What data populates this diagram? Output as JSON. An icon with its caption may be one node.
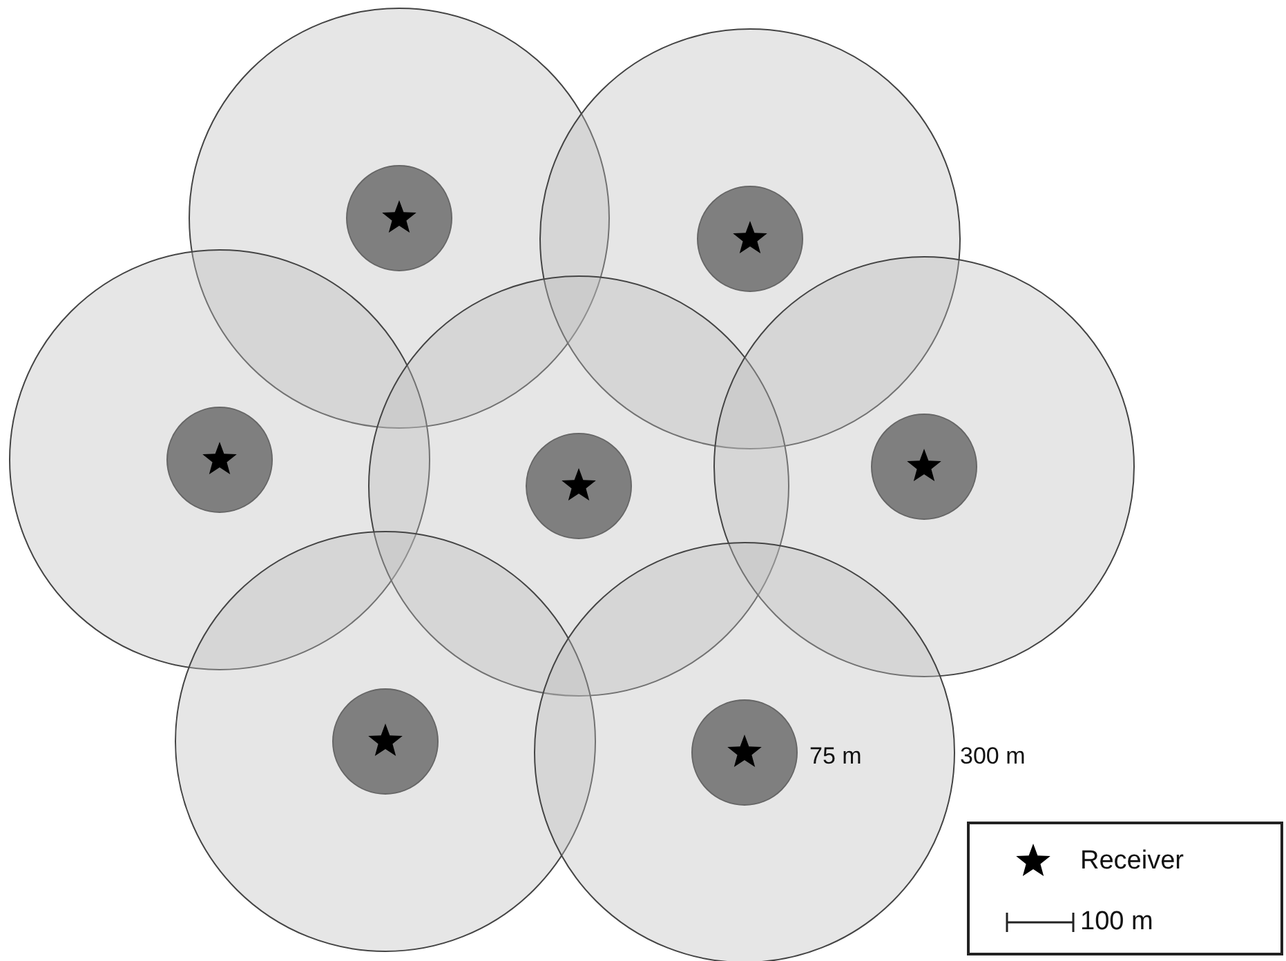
{
  "diagram": {
    "labels": [
      "75 m",
      "300 m"
    ],
    "legend": [
      {
        "text": "Receiver"
      },
      {
        "text": "100 m"
      }
    ]
  }
}
